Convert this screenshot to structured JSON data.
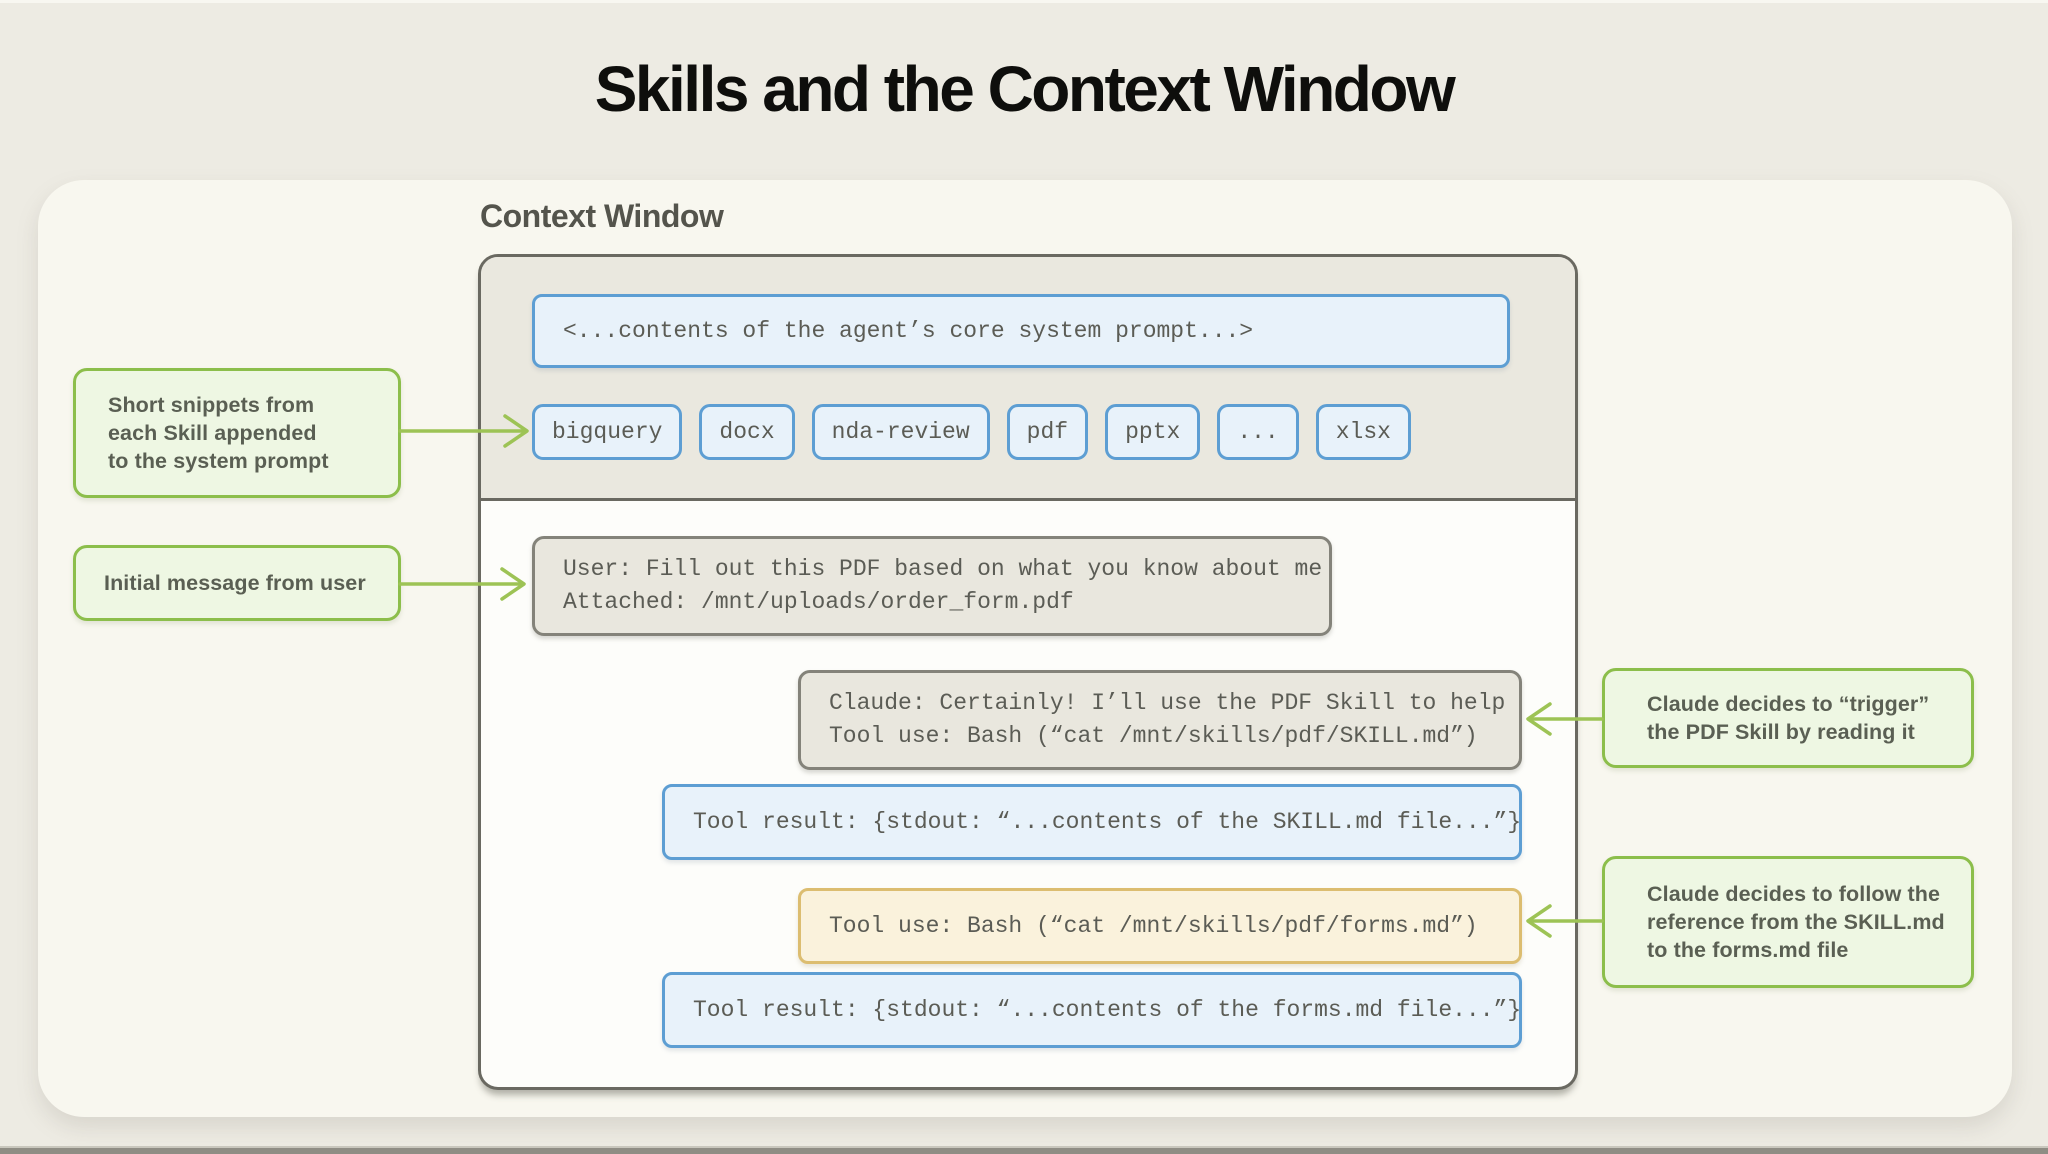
{
  "page": {
    "title": "Skills and the Context Window"
  },
  "context_window": {
    "label": "Context Window",
    "system_prompt": {
      "text": "<...contents of the agent’s core system prompt...>"
    },
    "skill_chips": [
      "bigquery",
      "docx",
      "nda-review",
      "pdf",
      "pptx",
      "...",
      "xlsx"
    ],
    "user_message": {
      "lines": [
        "User: Fill out this PDF based on what you know about me",
        "Attached: /mnt/uploads/order_form.pdf"
      ]
    },
    "claude_message": {
      "lines": [
        "Claude: Certainly! I’ll use the PDF Skill to help",
        "Tool use: Bash (“cat /mnt/skills/pdf/SKILL.md”)"
      ]
    },
    "tool_result_skill": {
      "text": "Tool result: {stdout: “...contents of the SKILL.md file...”}"
    },
    "tool_use_forms": {
      "text": "Tool use: Bash (“cat /mnt/skills/pdf/forms.md”)"
    },
    "tool_result_forms": {
      "text": "Tool result: {stdout: “...contents of the forms.md file...”}"
    }
  },
  "annotations": {
    "snippets": {
      "lines": [
        "Short snippets from",
        "each Skill appended",
        "to the system prompt"
      ]
    },
    "initial": {
      "text": "Initial message from user"
    },
    "trigger": {
      "lines": [
        "Claude decides to “trigger”",
        "the PDF Skill by reading it"
      ]
    },
    "follow": {
      "lines": [
        "Claude decides to follow the",
        "reference from the SKILL.md",
        "to the forms.md file"
      ]
    }
  },
  "colors": {
    "page_background": "#edebe3",
    "card_background": "#f8f7ef",
    "context_window_border": "#6a6961",
    "context_header_background": "#eae8df",
    "blue_border": "#5d9ed3",
    "blue_fill": "#e8f2fa",
    "gray_border": "#84837a",
    "gray_fill": "#e9e7de",
    "yellow_border": "#dcbd70",
    "yellow_fill": "#faf2dc",
    "green_border": "#8cbe4b",
    "green_fill": "#eef7e3",
    "arrow_green": "#9dc355",
    "mono_text": "#5b5c55",
    "title_text": "#0e0e0c"
  }
}
